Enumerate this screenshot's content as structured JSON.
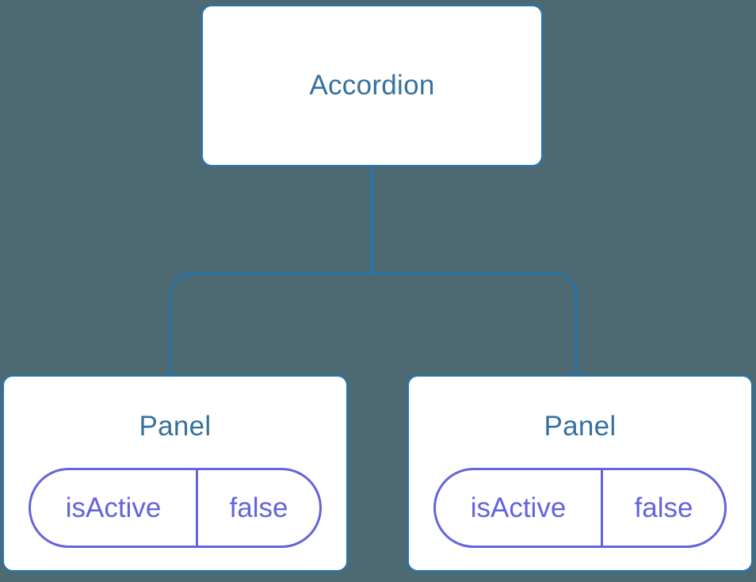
{
  "colors": {
    "background": "#4d6972",
    "node_fill": "#ffffff",
    "node_border": "#2f739e",
    "node_label": "#35719e",
    "connector": "#2f739e",
    "state": "#6464db"
  },
  "tree": {
    "root": {
      "label": "Accordion"
    },
    "children": [
      {
        "label": "Panel",
        "state": {
          "name": "isActive",
          "value": "false"
        }
      },
      {
        "label": "Panel",
        "state": {
          "name": "isActive",
          "value": "false"
        }
      }
    ]
  }
}
